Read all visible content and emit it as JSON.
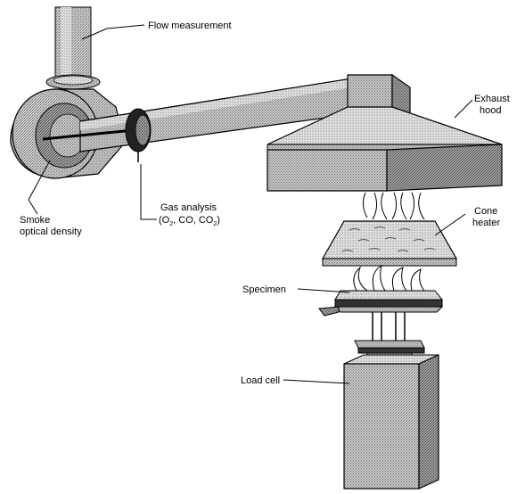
{
  "labels": {
    "flow_measurement": "Flow measurement",
    "exhaust_hood_line1": "Exhaust",
    "exhaust_hood_line2": "hood",
    "cone_heater_line1": "Cone",
    "cone_heater_line2": "heater",
    "specimen": "Specimen",
    "load_cell": "Load cell",
    "smoke_line1": "Smoke",
    "smoke_line2": "optical density",
    "gas_analysis_line1": "Gas analysis",
    "gas_analysis_line2": {
      "open": "(O",
      "o2_sub": "2",
      "co": ", CO, CO",
      "co2_sub": "2",
      "close": ")"
    }
  }
}
